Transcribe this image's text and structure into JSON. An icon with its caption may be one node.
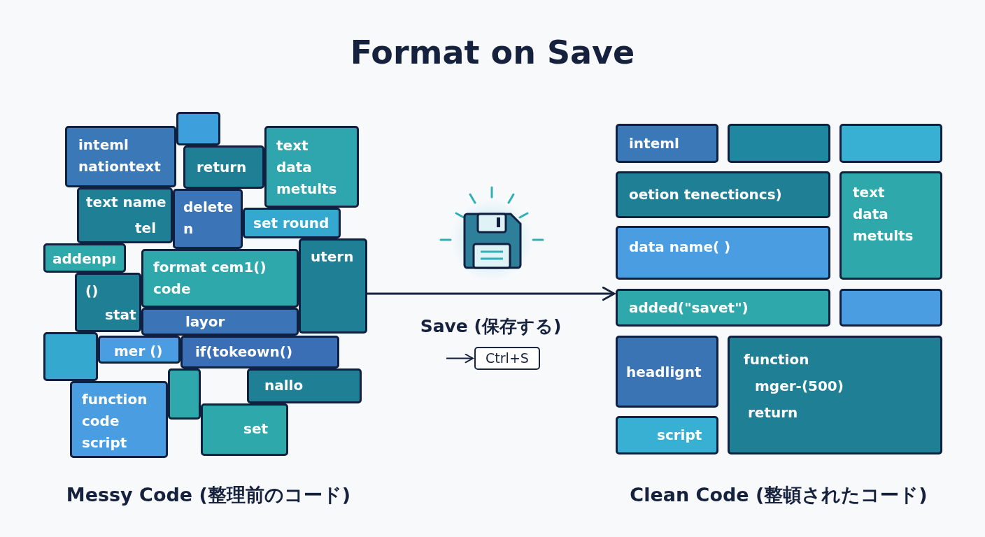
{
  "diagram": {
    "title": "Format on Save",
    "nodes": [
      {
        "text": [],
        "shape": "box"
      },
      {
        "text": [
          "inteml nationtext"
        ]
      },
      {
        "text": [
          "return"
        ]
      },
      {
        "text": [
          "text data metults"
        ]
      },
      {
        "text": [
          "mer ()"
        ]
      },
      {
        "text": [
          "text name",
          "tel"
        ]
      },
      {
        "text": [
          "set round"
        ]
      },
      {
        "text": [
          "addenpı"
        ]
      },
      {
        "text": [
          "delete n"
        ]
      },
      {
        "text": [
          "utern"
        ]
      },
      {
        "text": [
          "()",
          "stat"
        ]
      },
      {
        "text": [
          "format cem1() code"
        ]
      },
      {
        "text": [
          "if(tokeown()"
        ]
      },
      {
        "text": [
          "layor"
        ]
      },
      {
        "text": [],
        "shape": "box"
      },
      {
        "text": [],
        "shape": "box"
      },
      {
        "text": [
          "function code script"
        ]
      },
      {
        "text": [
          "nallo"
        ]
      },
      {
        "text": [
          "set"
        ]
      },
      {
        "text": [
          "Ctrl+S"
        ]
      },
      {
        "text": [
          "inteml"
        ]
      },
      {
        "text": [],
        "shape": "box"
      },
      {
        "text": [],
        "shape": "box"
      },
      {
        "text": [
          "oetion tenectioncs)"
        ]
      },
      {
        "text": [
          "text data metults"
        ]
      },
      {
        "text": [
          "data name( )"
        ]
      },
      {
        "text": [
          "added(\"savet\")"
        ]
      },
      {
        "text": [],
        "shape": "box"
      },
      {
        "text": [
          "headlignt"
        ]
      },
      {
        "text": [
          "function",
          "mger-(500)",
          "return"
        ]
      },
      {
        "text": [
          "script"
        ]
      }
    ],
    "edges": [
      {
        "from": 9,
        "to": 26,
        "arrow": "to",
        "label": "Save (保存する)"
      },
      {
        "from": null,
        "to": 19,
        "arrow": "to"
      }
    ],
    "labels": [
      "Messy Code (整理前のコード)",
      "Clean Code (整頓されたコード)"
    ]
  }
}
